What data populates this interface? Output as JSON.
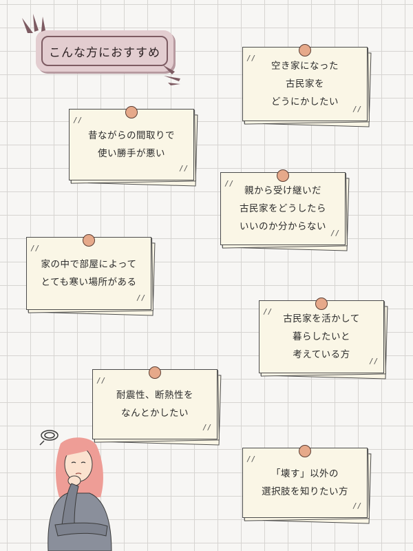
{
  "title": "こんな方におすすめ",
  "notes": [
    {
      "id": "n1",
      "text": "空き家になった\n古民家を\nどうにかしたい"
    },
    {
      "id": "n2",
      "text": "昔ながらの間取りで\n使い勝手が悪い"
    },
    {
      "id": "n3",
      "text": "親から受け継いだ\n古民家をどうしたら\nいいのか分からない"
    },
    {
      "id": "n4",
      "text": "家の中で部屋によって\nとても寒い場所がある"
    },
    {
      "id": "n5",
      "text": "古民家を活かして\n暮らしたいと\n考えている方"
    },
    {
      "id": "n6",
      "text": "耐震性、断熱性を\nなんとかしたい"
    },
    {
      "id": "n7",
      "text": "「壊す」以外の\n選択肢を知りたい方"
    }
  ],
  "colors": {
    "note_bg": "#faf6e6",
    "pin": "#e6a98a",
    "title_bg": "#e3cdd0",
    "accent": "#7d5b62"
  },
  "illustration": "thinking-woman-illustration"
}
